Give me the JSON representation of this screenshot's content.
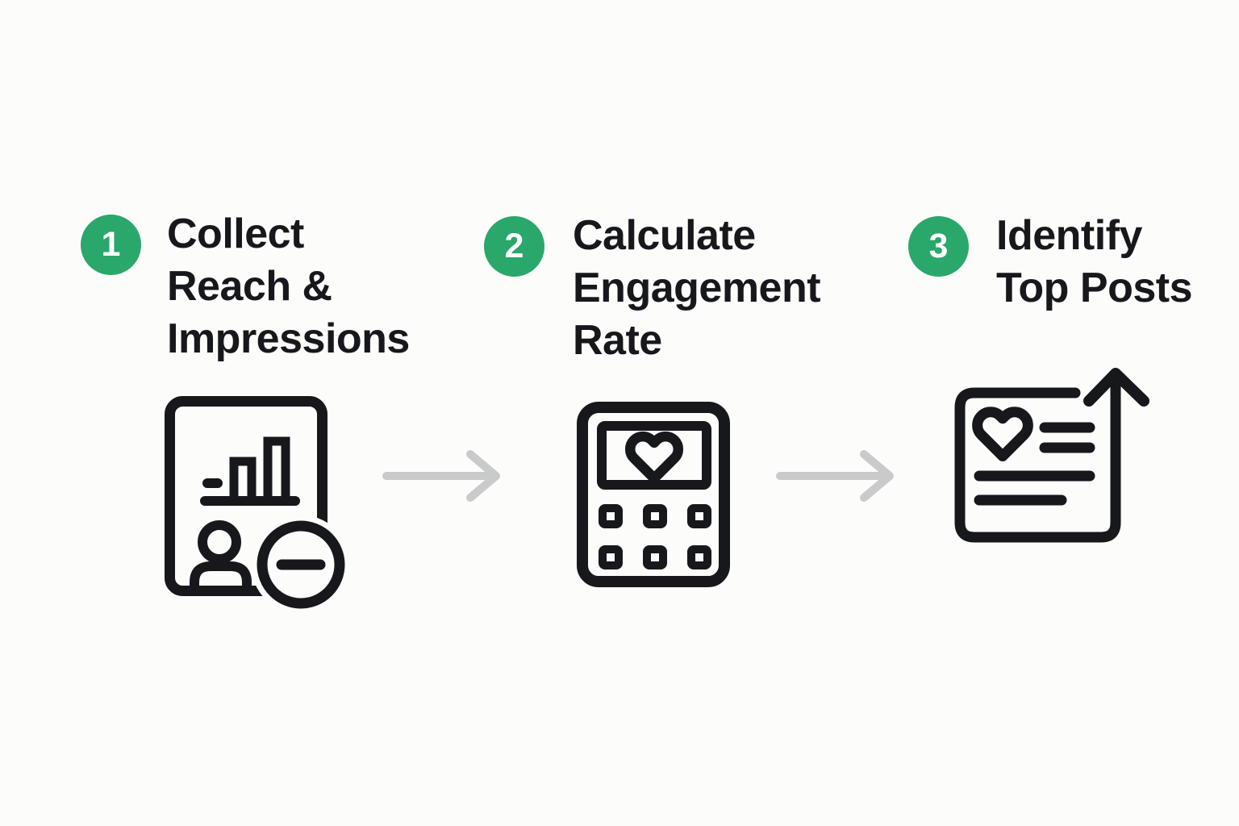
{
  "colors": {
    "bg": "#fcfcfb",
    "ink": "#16181c",
    "badge_green": "#2aa76a",
    "badge_number": "#ffffff",
    "arrow_gray": "#c9cbca"
  },
  "steps": [
    {
      "number": "1",
      "title": "Collect\nReach &\nImpressions",
      "icon": "analytics-report-person-minus-icon"
    },
    {
      "number": "2",
      "title": "Calculate\nEngagement\nRate",
      "icon": "calculator-heart-icon"
    },
    {
      "number": "3",
      "title": "Identify\nTop Posts",
      "icon": "post-heart-arrow-up-icon"
    }
  ],
  "arrows": [
    {
      "direction": "right"
    },
    {
      "direction": "right"
    }
  ]
}
